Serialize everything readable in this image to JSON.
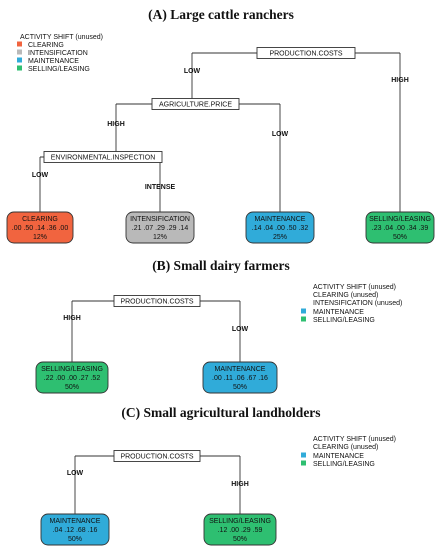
{
  "colors": {
    "clearing": "#f1643f",
    "intensification": "#b9b9b9",
    "maintenance": "#30abd9",
    "selling": "#2ebf71"
  },
  "panel_a": {
    "title": "(A) Large cattle ranchers",
    "legend": {
      "header": "ACTIVITY SHIFT (unused)",
      "items": [
        "CLEARING",
        "INTENSIFICATION",
        "MAINTENANCE",
        "SELLING/LEASING"
      ]
    },
    "root": "PRODUCTION.COSTS",
    "node2": "AGRICULTURE.PRICE",
    "node3": "ENVIRONMENTAL.INSPECTION",
    "edges": {
      "root_left": "LOW",
      "root_right": "HIGH",
      "n2_left": "HIGH",
      "n2_right": "LOW",
      "n3_left": "LOW",
      "n3_right": "INTENSE"
    },
    "leaves": [
      {
        "label": "CLEARING",
        "probs": ".00 .50 .14 .36 .00",
        "pct": "12%"
      },
      {
        "label": "INTENSIFICATION",
        "probs": ".21 .07 .29 .29 .14",
        "pct": "12%"
      },
      {
        "label": "MAINTENANCE",
        "probs": ".14 .04 .00 .50 .32",
        "pct": "25%"
      },
      {
        "label": "SELLING/LEASING",
        "probs": ".23 .04 .00 .34 .39",
        "pct": "50%"
      }
    ]
  },
  "panel_b": {
    "title": "(B) Small dairy farmers",
    "legend": {
      "unused": [
        "ACTIVITY SHIFT (unused)",
        "CLEARING (unused)",
        "INTENSIFICATION (unused)"
      ],
      "items": [
        "MAINTENANCE",
        "SELLING/LEASING"
      ]
    },
    "root": "PRODUCTION.COSTS",
    "edges": {
      "left": "HIGH",
      "right": "LOW"
    },
    "leaves": [
      {
        "label": "SELLING/LEASING",
        "probs": ".22 .00 .00 .27 .52",
        "pct": "50%"
      },
      {
        "label": "MAINTENANCE",
        "probs": ".00 .11 .06 .67 .16",
        "pct": "50%"
      }
    ]
  },
  "panel_c": {
    "title": "(C) Small agricultural landholders",
    "legend": {
      "unused": [
        "ACTIVITY SHIFT (unused)",
        "CLEARING (unused)"
      ],
      "items": [
        "MAINTENANCE",
        "SELLING/LEASING"
      ]
    },
    "root": "PRODUCTION.COSTS",
    "edges": {
      "left": "LOW",
      "right": "HIGH"
    },
    "leaves": [
      {
        "label": "MAINTENANCE",
        "probs": ".04 .12 .68 .16",
        "pct": "50%"
      },
      {
        "label": "SELLING/LEASING",
        "probs": ".12 .00 .29 .59",
        "pct": "50%"
      }
    ]
  }
}
